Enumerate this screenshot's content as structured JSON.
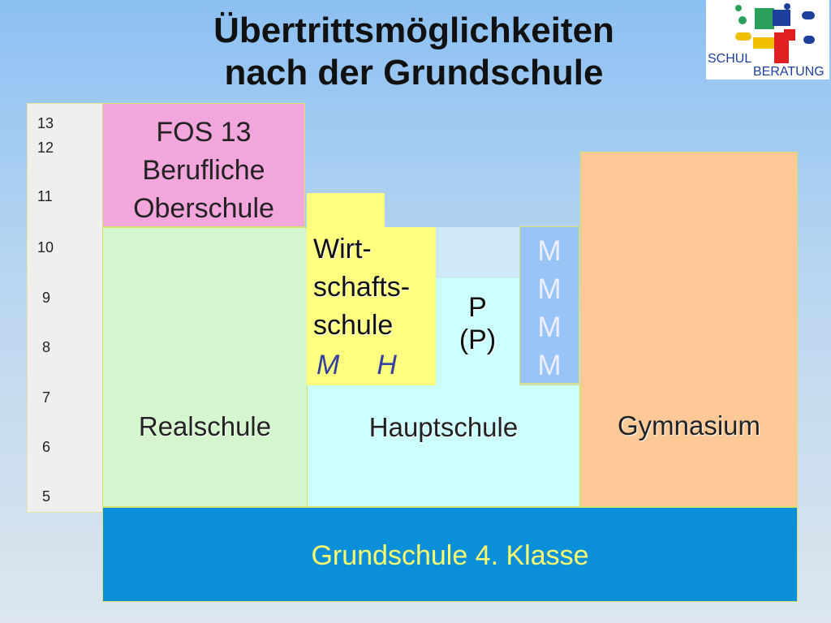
{
  "title": {
    "line1": "Übertrittsmöglichkeiten",
    "line2": "nach der Grundschule"
  },
  "logo": {
    "text_left": "SCHUL",
    "text_right": "BERATUNG"
  },
  "grades": [
    "13",
    "12",
    "11",
    "10",
    "9",
    "8",
    "7",
    "6",
    "5"
  ],
  "fos": {
    "line1": "FOS 13",
    "line2": "Berufliche",
    "line3": "Oberschule"
  },
  "realschule": {
    "label": "Realschule"
  },
  "hauptschule": {
    "label": "Hauptschule"
  },
  "wirtschaftsschule": {
    "line1": "Wirt-",
    "line2": "schafts-",
    "line3": "schule",
    "m": "M",
    "h": "H"
  },
  "p_box": {
    "line1": "P",
    "line2": "(P)"
  },
  "m_column": [
    "M",
    "M",
    "M",
    "M"
  ],
  "gymnasium": {
    "label": "Gymnasium"
  },
  "grundschule": {
    "label": "Grundschule 4. Klasse"
  },
  "colors": {
    "fos": "#f2a6dc",
    "realschule": "#d4f6cc",
    "hauptschule": "#ccffff",
    "wirtschaftsschule": "#ffff80",
    "m_column": "#98c4f8",
    "gymnasium": "#fcc896",
    "grundschule": "#0a8fd8"
  }
}
